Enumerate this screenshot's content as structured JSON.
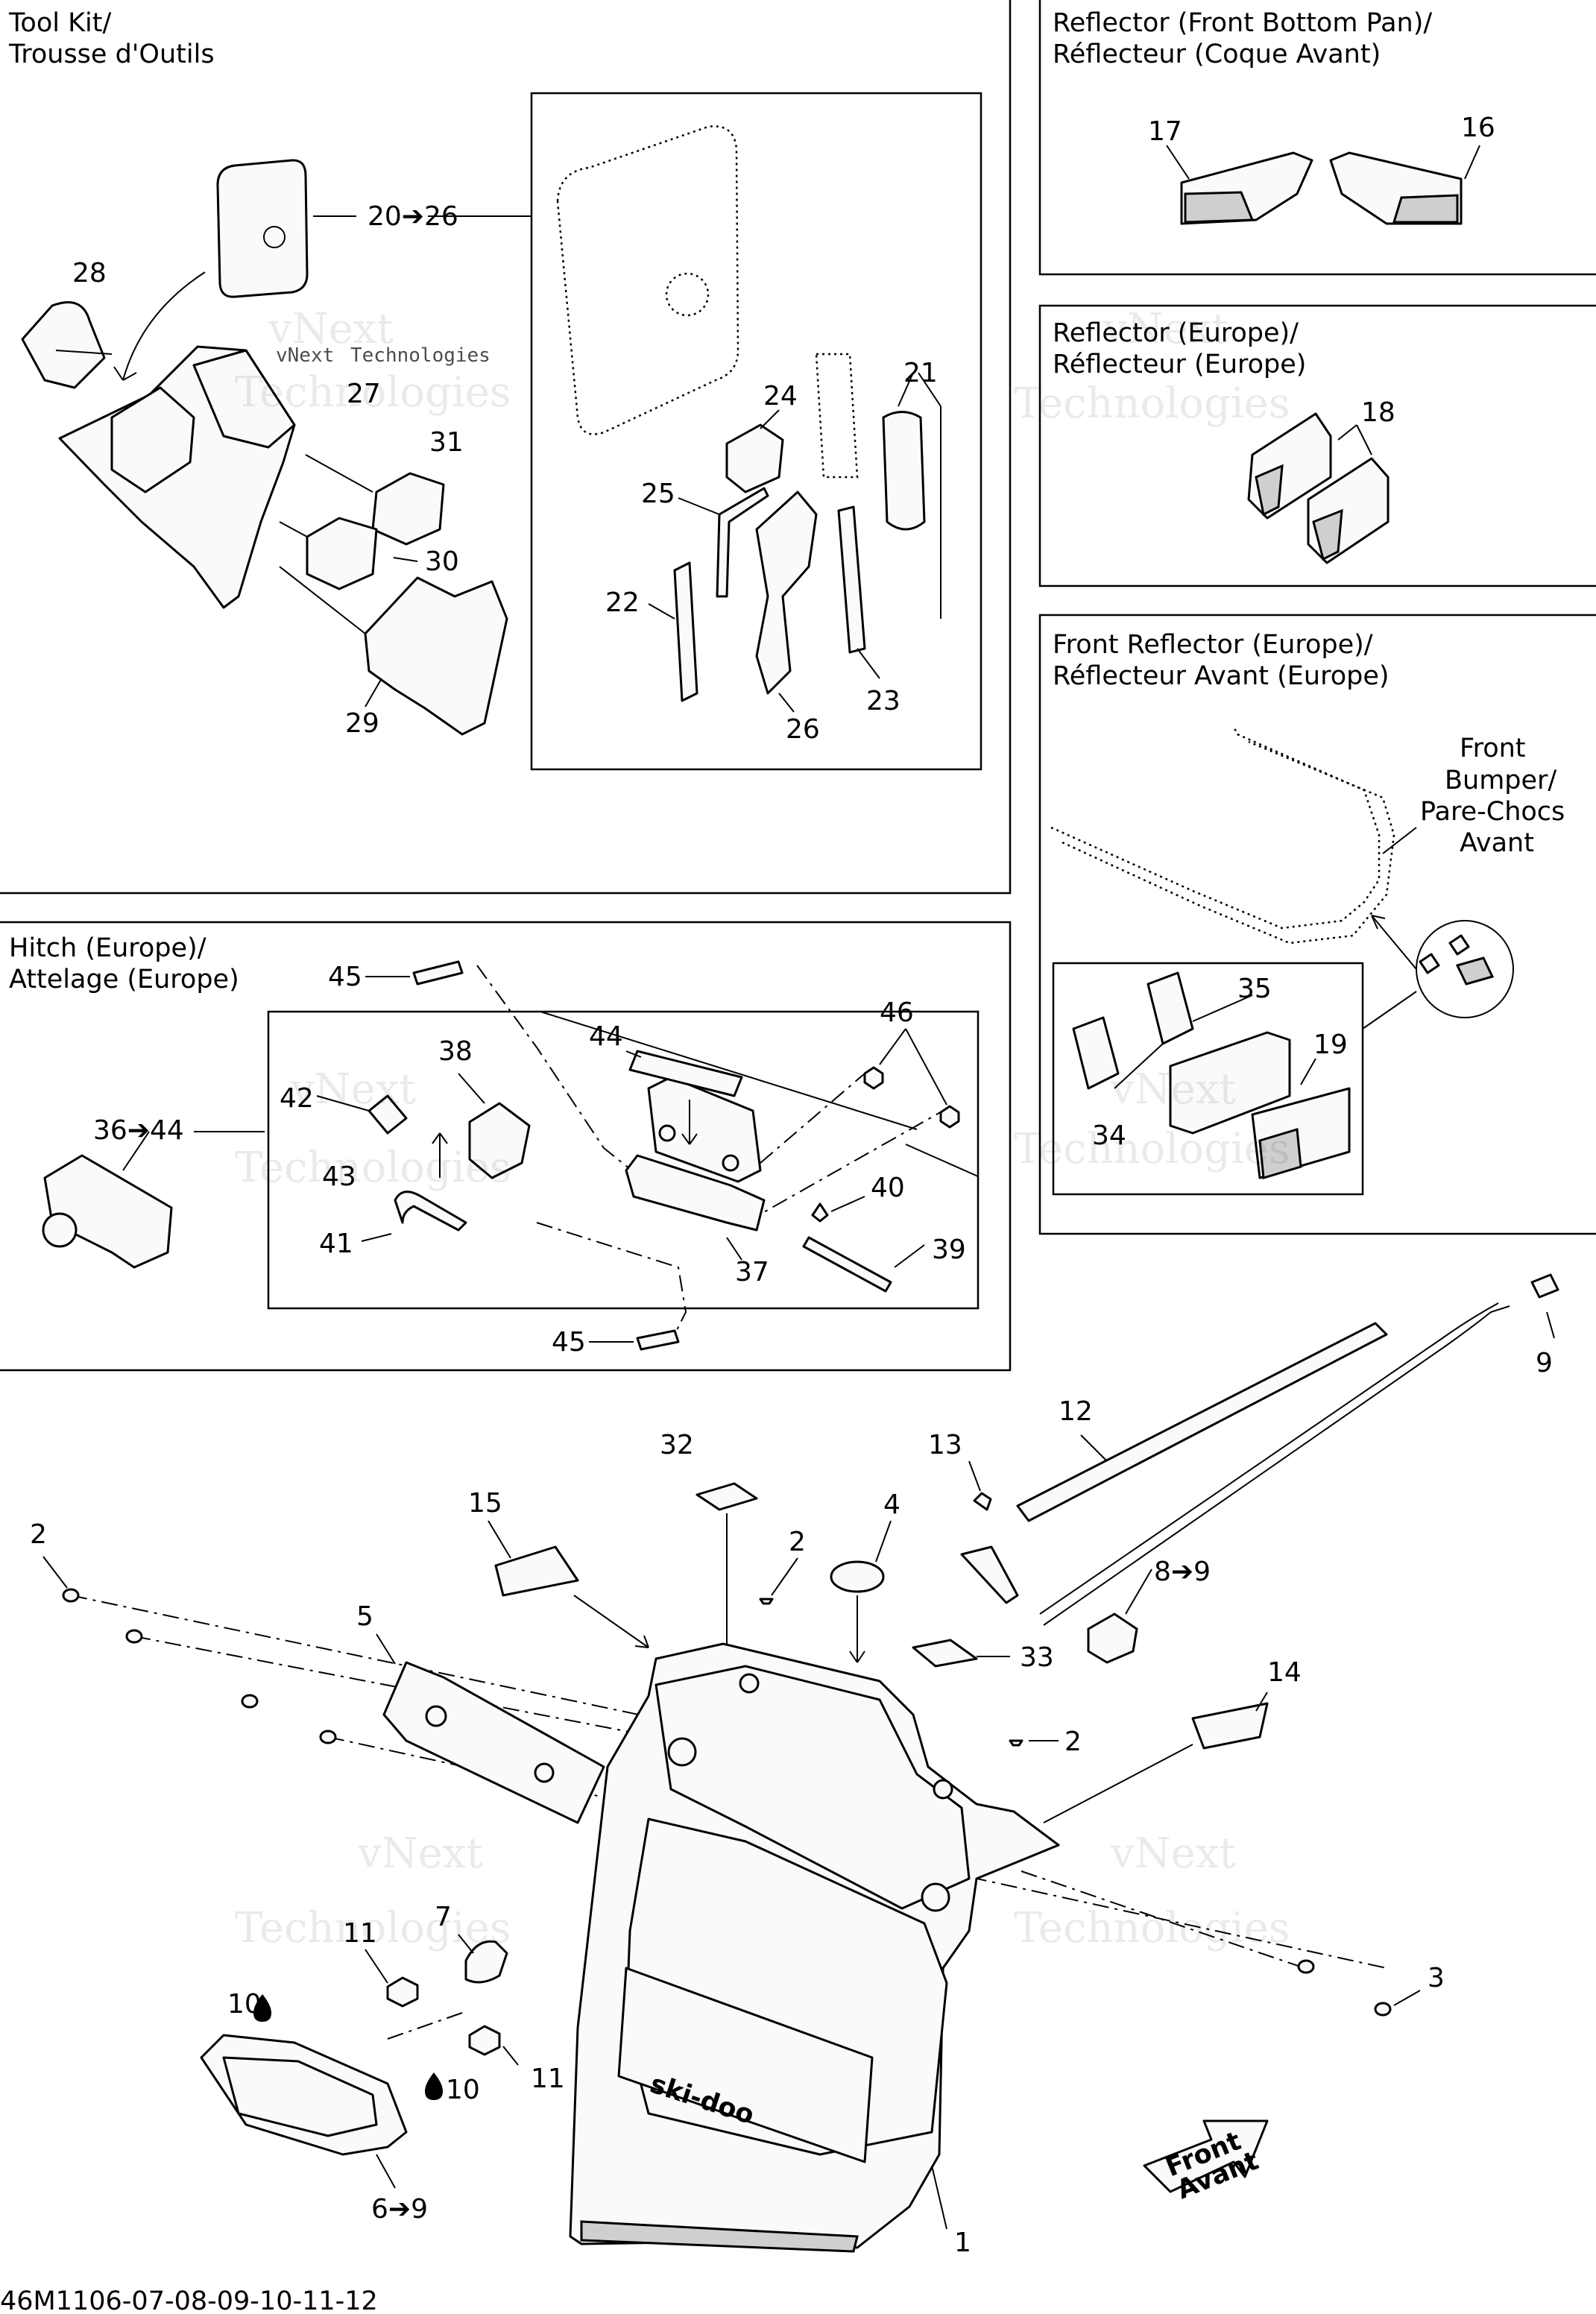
{
  "sections": {
    "tool_kit": {
      "title_en": "Tool Kit/",
      "title_fr": "Trousse d'Outils"
    },
    "reflector_front_bottom_pan": {
      "title_en": "Reflector (Front Bottom Pan)/",
      "title_fr": "Réflecteur (Coque Avant)"
    },
    "reflector_europe": {
      "title_en": "Reflector (Europe)/",
      "title_fr": "Réflecteur (Europe)"
    },
    "front_reflector_europe": {
      "title_en": "Front Reflector (Europe)/",
      "title_fr": "Réflecteur Avant (Europe)"
    },
    "hitch_europe": {
      "title_en": "Hitch (Europe)/",
      "title_fr": "Attelage (Europe)"
    }
  },
  "annotations": {
    "front_bumper": [
      "Front",
      "Bumper/",
      "Pare-Chocs",
      "Avant"
    ],
    "front_arrow": [
      "Front",
      "Avant"
    ],
    "logo_text": "ski-doo"
  },
  "callouts": {
    "c20_26": "20➔26",
    "c28": "28",
    "c27": "27",
    "c31": "31",
    "c30": "30",
    "c29": "29",
    "c21": "21",
    "c24": "24",
    "c25": "25",
    "c22": "22",
    "c23": "23",
    "c26": "26",
    "c17": "17",
    "c16": "16",
    "c18": "18",
    "c35": "35",
    "c19": "19",
    "c34": "34",
    "c45a": "45",
    "c46": "46",
    "c44": "44",
    "c38": "38",
    "c42": "42",
    "c36_44": "36➔44",
    "c43": "43",
    "c40": "40",
    "c41": "41",
    "c39": "39",
    "c37": "37",
    "c45b": "45",
    "c9": "9",
    "c12": "12",
    "c13": "13",
    "c32": "32",
    "c15": "15",
    "c2a": "2",
    "c2b": "2",
    "c4": "4",
    "c8_9": "8➔9",
    "c5": "5",
    "c33": "33",
    "c14": "14",
    "c2c": "2",
    "c7": "7",
    "c11a": "11",
    "c10a": "10",
    "c10b": "10",
    "c11b": "11",
    "c3": "3",
    "c1": "1",
    "c6_9": "6➔9"
  },
  "watermark": {
    "line1": "vNext",
    "line2": "Technologies"
  },
  "footer_code": "46M1106-07-08-09-10-11-12"
}
